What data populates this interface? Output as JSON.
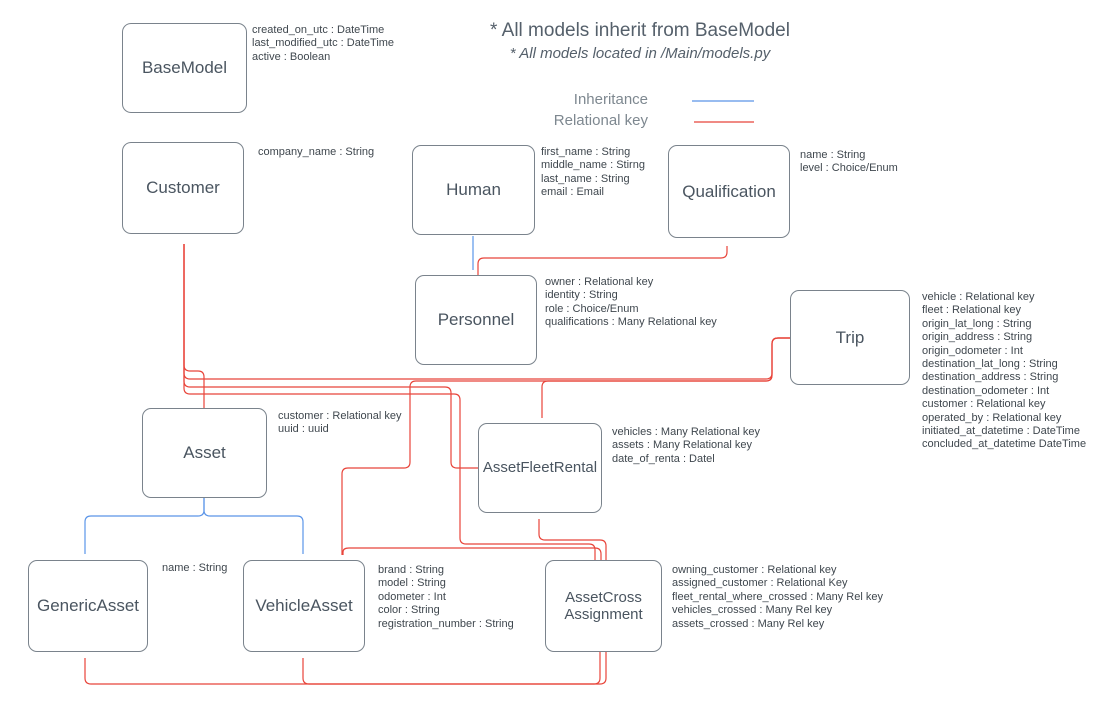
{
  "notes": {
    "line1": "* All models inherit from BaseModel",
    "line2": "* All models located in /Main/models.py"
  },
  "legend": {
    "inheritance_label": "Inheritance",
    "relational_label": "Relational key",
    "inheritance_color": "#5b95e8",
    "relational_color": "#e8443a"
  },
  "entities": {
    "basemodel": {
      "label": "BaseModel",
      "attrs": [
        "created_on_utc : DateTime",
        "last_modified_utc : DateTime",
        "active : Boolean"
      ]
    },
    "customer": {
      "label": "Customer",
      "attrs": [
        "company_name : String"
      ]
    },
    "human": {
      "label": "Human",
      "attrs": [
        "first_name : String",
        "middle_name : Stirng",
        "last_name : String",
        "email : Email"
      ]
    },
    "qualification": {
      "label": "Qualification",
      "attrs": [
        "name : String",
        "level : Choice/Enum"
      ]
    },
    "personnel": {
      "label": "Personnel",
      "attrs": [
        "owner : Relational key",
        "identity : String",
        "role : Choice/Enum",
        "qualifications : Many Relational key"
      ]
    },
    "trip": {
      "label": "Trip",
      "attrs": [
        "vehicle : Relational key",
        "fleet : Relational key",
        "origin_lat_long : String",
        "origin_address : String",
        "origin_odometer : Int",
        "destination_lat_long : String",
        "destination_address : String",
        "destination_odometer : Int",
        "customer : Relational key",
        "operated_by : Relational key",
        "initiated_at_datetime : DateTime",
        "concluded_at_datetime DateTime"
      ]
    },
    "asset": {
      "label": "Asset",
      "attrs": [
        "customer : Relational key",
        "uuid : uuid"
      ]
    },
    "assetfleetrental": {
      "label": "AssetFleetRental",
      "attrs": [
        "vehicles : Many Relational key",
        "assets : Many Relational key",
        "date_of_renta : Datel"
      ]
    },
    "genericasset": {
      "label": "GenericAsset",
      "attrs": [
        "name : String"
      ]
    },
    "vehicleasset": {
      "label": "VehicleAsset",
      "attrs": [
        "brand : String",
        "model : String",
        "odometer : Int",
        "color : String",
        "registration_number : String"
      ]
    },
    "assetcross": {
      "label_lines": [
        "AssetCross",
        "Assignment"
      ],
      "attrs": [
        "owning_customer : Relational key",
        "assigned_customer : Relational Key",
        "fleet_rental_where_crossed : Many Rel key",
        "vehicles_crossed : Many Rel key",
        "assets_crossed : Many Rel key"
      ]
    }
  }
}
